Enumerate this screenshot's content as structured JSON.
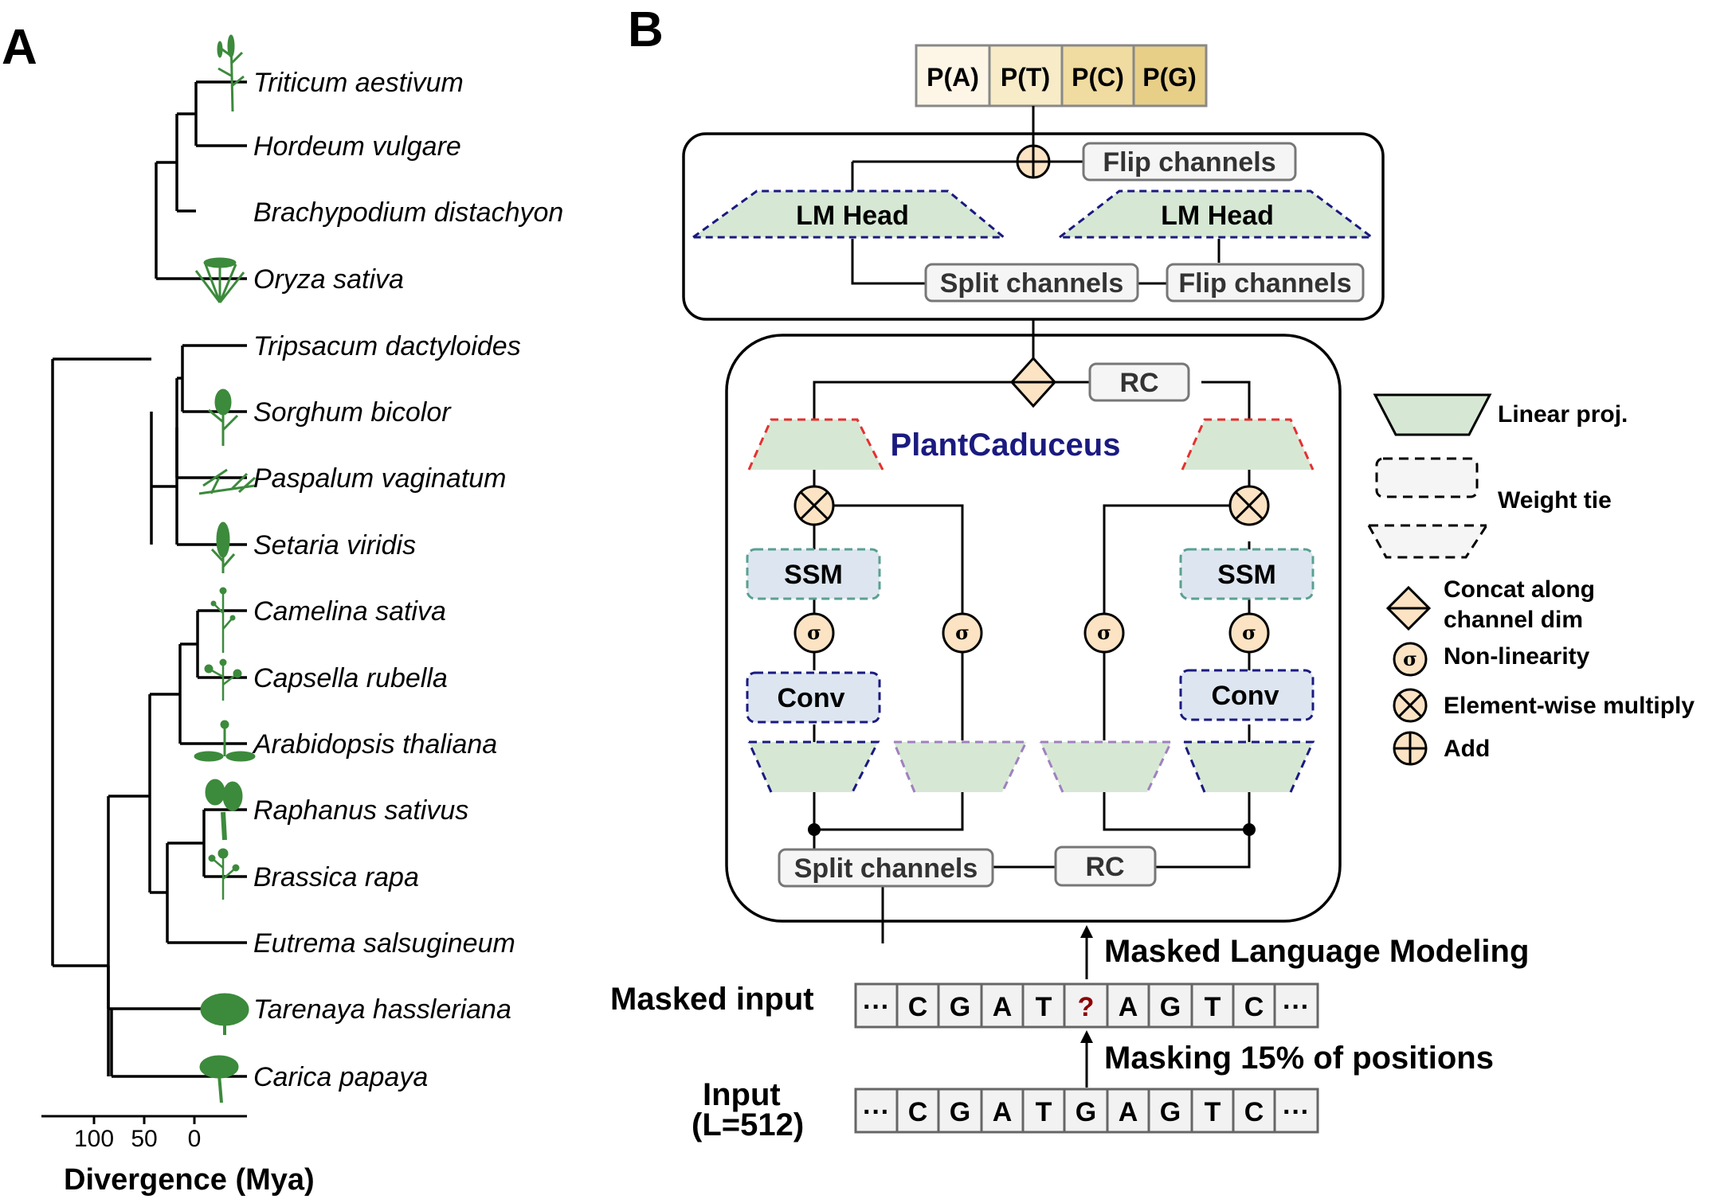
{
  "panel_a": {
    "label": "A",
    "species": [
      "Triticum aestivum",
      "Hordeum vulgare",
      "Brachypodium distachyon",
      "Oryza sativa",
      "Tripsacum dactyloides",
      "Sorghum bicolor",
      "Paspalum vaginatum",
      "Setaria viridis",
      "Camelina sativa",
      "Capsella rubella",
      "Arabidopsis thaliana",
      "Raphanus sativus",
      "Brassica rapa",
      "Eutrema salsugineum",
      "Tarenaya hassleriana",
      "Carica papaya"
    ],
    "axis": {
      "title": "Divergence (Mya)",
      "ticks": [
        "100",
        "50",
        "0"
      ]
    },
    "colors": {
      "plant_icon": "#3c8a3c"
    }
  },
  "panel_b": {
    "label": "B",
    "outputs": [
      "P(A)",
      "P(T)",
      "P(C)",
      "P(G)"
    ],
    "output_colors": [
      "#fdf6e6",
      "#f7ebc8",
      "#f0dba0",
      "#e8cf88"
    ],
    "head": {
      "flip_top": "Flip channels",
      "lm_head_left": "LM Head",
      "lm_head_right": "LM Head",
      "split": "Split channels",
      "flip_bottom": "Flip channels"
    },
    "body": {
      "rc_top": "RC",
      "title": "PlantCaduceus",
      "ssm_left": "SSM",
      "ssm_right": "SSM",
      "conv_left": "Conv",
      "conv_right": "Conv",
      "sigma": "σ",
      "split_bottom": "Split channels",
      "rc_bottom": "RC"
    },
    "legend": {
      "linear": "Linear proj.",
      "weight_tie": "Weight tie",
      "concat": "Concat along\nchannel dim",
      "concat_line1": "Concat along",
      "concat_line2": "channel dim",
      "nonlin": "Non-linearity",
      "mult": "Element-wise multiply",
      "add": "Add"
    },
    "mlm_label": "Masked Language Modeling",
    "masking_label": "Masking 15% of positions",
    "masked_input_label": "Masked input",
    "input_label_1": "Input",
    "input_label_2": "(L=512)",
    "masked_seq": [
      "···",
      "C",
      "G",
      "A",
      "T",
      "?",
      "A",
      "G",
      "T",
      "C",
      "···"
    ],
    "input_seq": [
      "···",
      "C",
      "G",
      "A",
      "T",
      "G",
      "A",
      "G",
      "T",
      "C",
      "···"
    ],
    "colors": {
      "proj_fill": "#d6e8d4",
      "block_fill": "#dde6f0",
      "op_fill": "#fbe3c4",
      "mask_mark": "#8b0000",
      "title": "#1a1a80"
    }
  }
}
